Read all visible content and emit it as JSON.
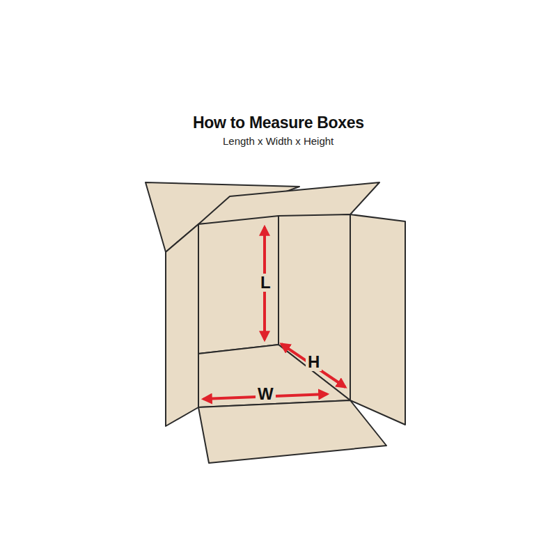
{
  "diagram": {
    "title": "How to Measure Boxes",
    "caption": "Length x Width x Height",
    "labels": [
      "L",
      "H",
      "W"
    ]
  }
}
